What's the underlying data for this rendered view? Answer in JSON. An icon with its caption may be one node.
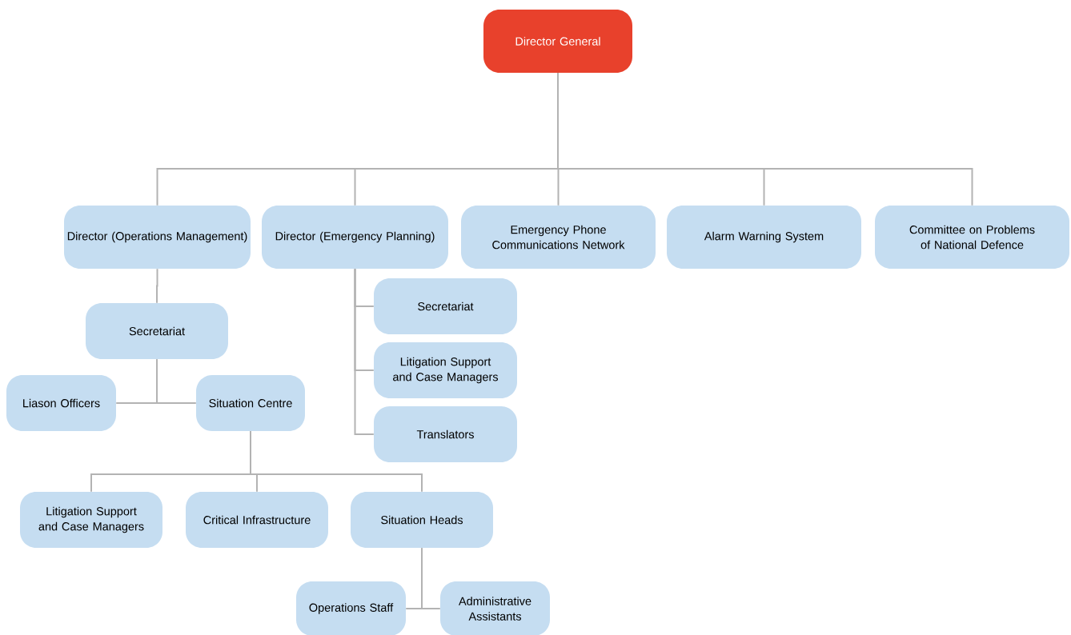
{
  "diagram": {
    "nodes": [
      {
        "text": [
          "Director General"
        ]
      },
      {
        "text": [
          "Director (Operations Management)"
        ]
      },
      {
        "text": [
          "Director (Emergency Planning)"
        ]
      },
      {
        "text": [
          "Emergency Phone Communications Network"
        ]
      },
      {
        "text": [
          "Alarm Warning System"
        ]
      },
      {
        "text": [
          "Committee on Problems of National Defence"
        ]
      },
      {
        "text": [
          "Secretariat"
        ]
      },
      {
        "text": [
          "Liason Officers"
        ]
      },
      {
        "text": [
          "Situation Centre"
        ]
      },
      {
        "text": [
          "Litigation Support and Case Managers"
        ]
      },
      {
        "text": [
          "Critical Infrastructure"
        ]
      },
      {
        "text": [
          "Situation Heads"
        ]
      },
      {
        "text": [
          "Operations Staff"
        ]
      },
      {
        "text": [
          "Administrative Assistants"
        ]
      },
      {
        "text": [
          "Secretariat"
        ]
      },
      {
        "text": [
          "Litigation Support and Case Managers"
        ]
      },
      {
        "text": [
          "Translators"
        ]
      }
    ],
    "edges": [
      {
        "from": 0,
        "to": 1,
        "arrow": "none"
      },
      {
        "from": 0,
        "to": 2,
        "arrow": "none"
      },
      {
        "from": 0,
        "to": 3,
        "arrow": "none"
      },
      {
        "from": 0,
        "to": 4,
        "arrow": "none"
      },
      {
        "from": 0,
        "to": 5,
        "arrow": "none"
      },
      {
        "from": 1,
        "to": 6,
        "arrow": "none"
      },
      {
        "from": 6,
        "to": 7,
        "arrow": "none"
      },
      {
        "from": 6,
        "to": 8,
        "arrow": "none"
      },
      {
        "from": 8,
        "to": 9,
        "arrow": "none"
      },
      {
        "from": 8,
        "to": 10,
        "arrow": "none"
      },
      {
        "from": 8,
        "to": 11,
        "arrow": "none"
      },
      {
        "from": 11,
        "to": 12,
        "arrow": "none"
      },
      {
        "from": 11,
        "to": 13,
        "arrow": "none"
      },
      {
        "from": 2,
        "to": 14,
        "arrow": "none"
      },
      {
        "from": 2,
        "to": 15,
        "arrow": "none"
      },
      {
        "from": 2,
        "to": 16,
        "arrow": "none"
      }
    ]
  }
}
